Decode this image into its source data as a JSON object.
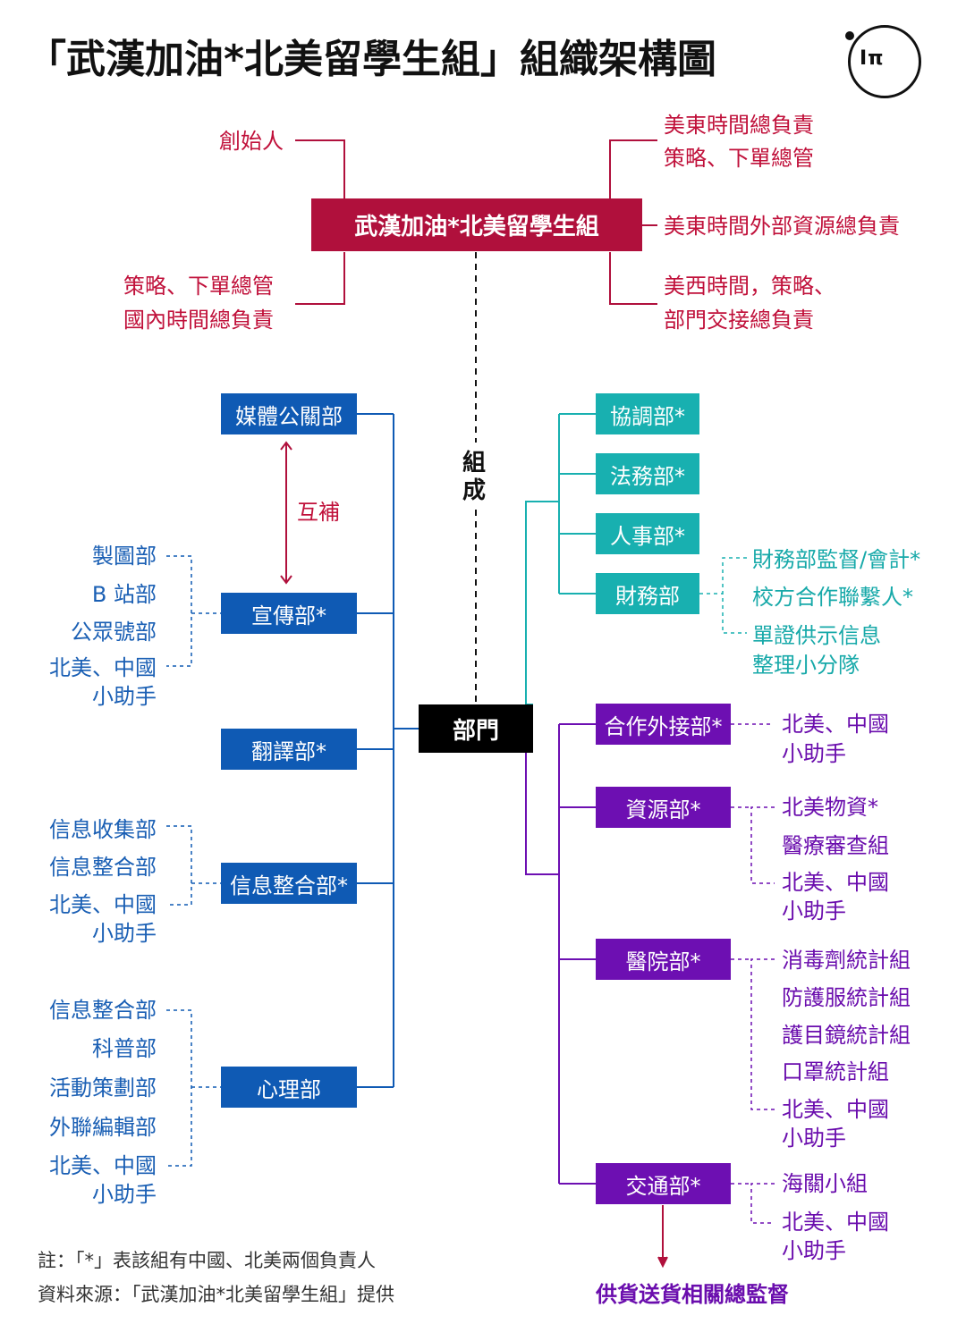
{
  "title": "「武漢加油*北美留學生組」組織架構圖",
  "logo": {
    "text": "Iπ"
  },
  "top": {
    "org_name": "武漢加油*北美留學生組",
    "left_roles": {
      "founder": "創始人",
      "strategy_1": "策略、下單總管",
      "strategy_2": "國內時間總負責"
    },
    "right_roles": {
      "east_1": "美東時間總負責",
      "east_2": "策略、下單總管",
      "east_ext": "美東時間外部資源總負責",
      "west_1": "美西時間，策略、",
      "west_2": "部門交接總負責"
    },
    "compose_1": "組",
    "compose_2": "成"
  },
  "dept_label": "部門",
  "left_depts": {
    "media": "媒體公關部",
    "complement": "互補",
    "promo": "宣傳部*",
    "translate": "翻譯部*",
    "info": "信息整合部*",
    "psych": "心理部"
  },
  "left_subs": {
    "promo": [
      "製圖部",
      "B 站部",
      "公眾號部",
      "北美、中國",
      "小助手"
    ],
    "info": [
      "信息收集部",
      "信息整合部",
      "北美、中國",
      "小助手"
    ],
    "psych": [
      "信息整合部",
      "科普部",
      "活動策劃部",
      "外聯編輯部",
      "北美、中國",
      "小助手"
    ]
  },
  "teal_depts": {
    "coord": "協調部*",
    "legal": "法務部*",
    "hr": "人事部*",
    "finance": "財務部",
    "fin_subs": [
      "財務部監督/會計*",
      "校方合作聯繫人*",
      "單證供示信息",
      "整理小分隊"
    ]
  },
  "purple_depts": {
    "coop": "合作外接部*",
    "coop_subs": [
      "北美、中國",
      "小助手"
    ],
    "resource": "資源部*",
    "resource_subs": [
      "北美物資*",
      "醫療審查組",
      "北美、中國",
      "小助手"
    ],
    "hospital": "醫院部*",
    "hospital_subs": [
      "消毒劑統計組",
      "防護服統計組",
      "護目鏡統計組",
      "口罩統計組",
      "北美、中國",
      "小助手"
    ],
    "traffic": "交通部*",
    "traffic_subs": [
      "海關小組",
      "北美、中國",
      "小助手"
    ],
    "supply": "供貨送貨相關總監督"
  },
  "notes": {
    "note": "註：「*」表該組有中國、北美兩個負責人",
    "source": "資料來源：「武漢加油*北美留學生組」提供"
  },
  "colors": {
    "red": "#c0103a",
    "blue": "#0f5ab4",
    "teal": "#18b0b0",
    "purple": "#6d0fb2"
  }
}
